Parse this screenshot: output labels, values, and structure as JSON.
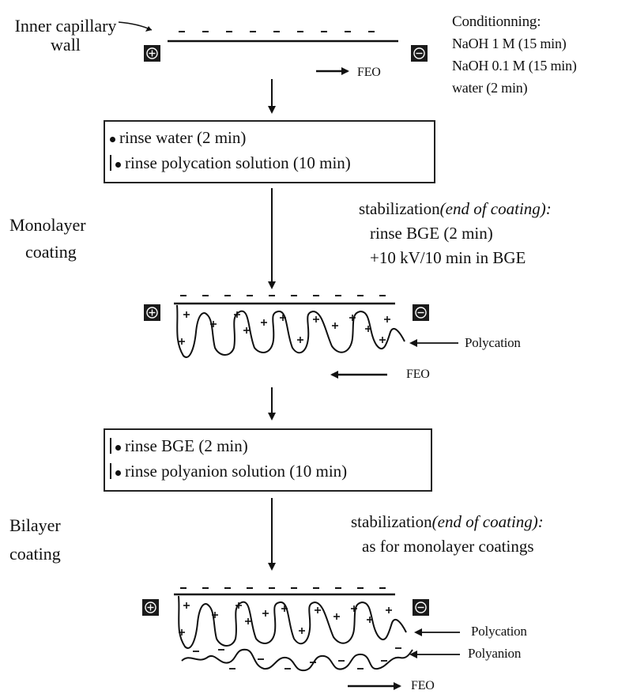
{
  "top": {
    "wall_label_line1": "Inner capillary",
    "wall_label_line2": "wall",
    "feo_label": "FEO",
    "conditioning": {
      "title": "Conditionning:",
      "lines": [
        "NaOH 1 M (15 min)",
        "NaOH 0.1 M (15 min)",
        "water (2 min)"
      ]
    }
  },
  "box1": {
    "lines": [
      "rinse water (2 min)",
      "rinse polycation solution (10 min)"
    ]
  },
  "monolayer": {
    "label_line1": "Monolayer",
    "label_line2": "coating",
    "stabilization_prefix": "stabilization",
    "stabilization_italic": "(end of coating):",
    "stab_lines": [
      "rinse BGE (2 min)",
      "+10 kV/10 min in BGE"
    ],
    "polycation_label": "Polycation",
    "feo_label": "FEO"
  },
  "box2": {
    "lines": [
      "rinse BGE (2 min)",
      "rinse polyanion solution (10 min)"
    ]
  },
  "bilayer": {
    "label_line1": "Bilayer",
    "label_line2": "coating",
    "stabilization_prefix": "stabilization",
    "stabilization_italic": "(end of coating):",
    "stab_line": "as for monolayer coatings",
    "polycation_label": "Polycation",
    "polyanion_label": "Polyanion",
    "feo_label": "FEO"
  },
  "colors": {
    "ink": "#111111",
    "electrode": "#1a1a1a"
  },
  "icons": [
    "positive-electrode-icon",
    "negative-electrode-icon",
    "arrow-down-icon",
    "arrow-right-icon",
    "arrow-left-icon"
  ]
}
